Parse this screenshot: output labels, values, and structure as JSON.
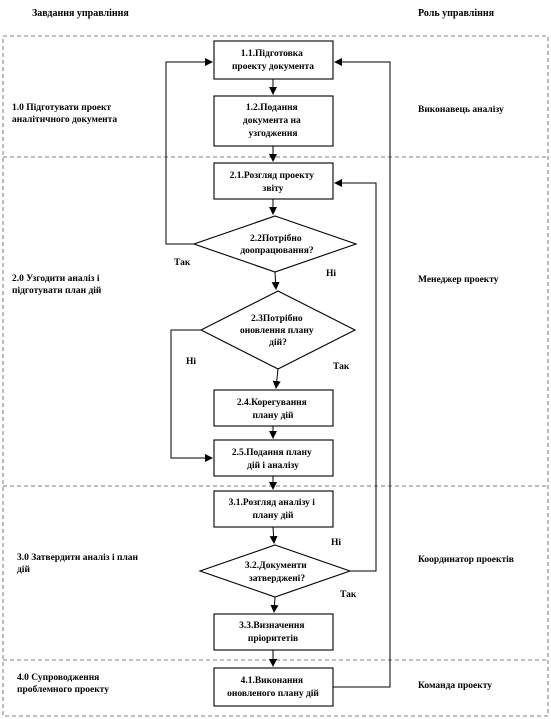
{
  "header": {
    "tasks_title": "Завдання управління",
    "role_title": "Роль управління"
  },
  "lanes": [
    {
      "task": "1.0 Підготувати проект аналітичного документа",
      "role": "Виконавець аналізу"
    },
    {
      "task": "2.0 Узгодити аналіз і підготувати план дій",
      "role": "Менеджер проекту"
    },
    {
      "task": "3.0 Затвердити аналіз і план дій",
      "role": "Координатор проектів"
    },
    {
      "task": "4.0 Супроводження проблемного проекту",
      "role": "Команда проекту"
    }
  ],
  "nodes": {
    "n11": [
      "1.1.Підготовка",
      "проекту документа"
    ],
    "n12": [
      "1.2.Подання",
      "документа на",
      "узгодження"
    ],
    "n21": [
      "2.1.Розгляд проекту",
      "звіту"
    ],
    "n22": [
      "2.2Потрібно",
      "доопрацювання?"
    ],
    "n23": [
      "2.3Потрібно",
      "оновлення плану",
      "дій?"
    ],
    "n24": [
      "2.4.Корегування",
      "плану дій"
    ],
    "n25": [
      "2.5.Подання плану",
      "дій і аналізу"
    ],
    "n31": [
      "3.1.Розгляд аналізу і",
      "плану дій"
    ],
    "n32": [
      "3.2.Документи",
      "затверджені?"
    ],
    "n33": [
      "3.3.Визначення",
      "пріоритетів"
    ],
    "n41": [
      "4.1.Виконання",
      "оновленого плану дій"
    ]
  },
  "edge_labels": {
    "n22_yes": "Так",
    "n22_no": "Ні",
    "n23_yes": "Так",
    "n23_no": "Ні",
    "n32_no": "Ні",
    "n32_yes": "Так"
  }
}
